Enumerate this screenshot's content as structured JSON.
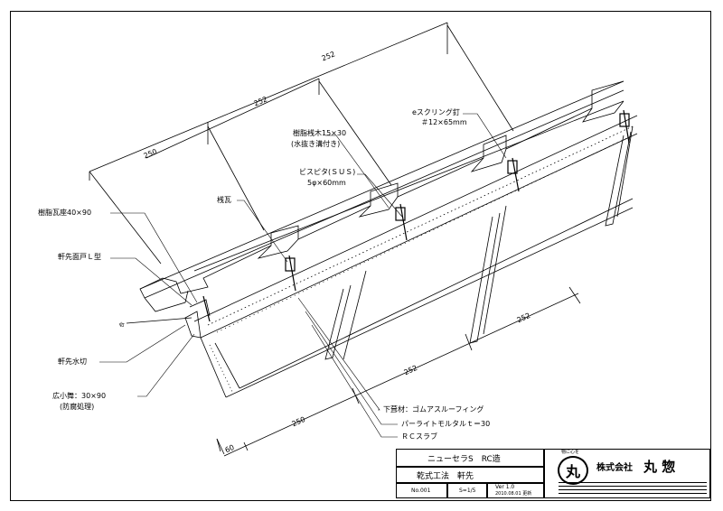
{
  "dimensions": {
    "top_252_upper": "252",
    "top_252_lower": "252",
    "top_250": "250",
    "bottom_252_right": "252",
    "bottom_252_mid": "252",
    "bottom_250": "250",
    "bottom_60": "60"
  },
  "labels": {
    "screw_nail": "eスクリング釘",
    "screw_nail_size": "＃12×65mm",
    "resin_batten": "樹脂桟木15×30",
    "resin_batten_note": "(水抜き溝付き)",
    "bispita": "ビスピタ(ＳＵＳ)",
    "bispita_size": "5φ×60mm",
    "sangawara": "桟瓦",
    "resin_seat": "樹脂瓦座40×90",
    "eaves_board": "軒先面戸Ｌ型",
    "eaves_drip": "軒先水切",
    "fascia": "広小舞：30×90",
    "fascia_note": "(防腐処理)",
    "underlay": "下葺材：ゴムアスルーフィング",
    "perlite": "パーライトモルタルｔ＝30",
    "rc_slab": "ＲＣスラブ",
    "small_mark": "合"
  },
  "title_block": {
    "product": "ニューセラS　RC造",
    "method": "乾式工法　軒先",
    "number": "No.001",
    "scale": "S=1/5",
    "version": "Ver 1.0",
    "date": "2010.08.01 更新",
    "motto": "物に心を",
    "seal_char": "丸",
    "company": "株式会社",
    "company_name": "丸 惣"
  }
}
